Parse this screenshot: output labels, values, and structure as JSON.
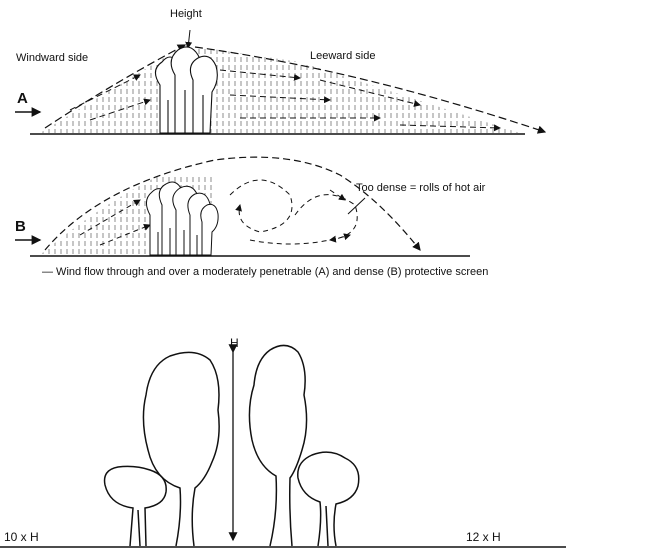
{
  "labels": {
    "height": "Height",
    "windward": "Windward side",
    "leeward": "Leeward side",
    "a": "A",
    "b": "B",
    "too_dense": "Too dense = rolls of hot air",
    "caption": "— Wind flow through and over a moderately penetrable (A) and dense (B) protective screen",
    "h": "H",
    "ten_h": "10 x H",
    "twelve_h": "12 x H"
  },
  "colors": {
    "ink": "#111111",
    "paper": "#ffffff"
  }
}
